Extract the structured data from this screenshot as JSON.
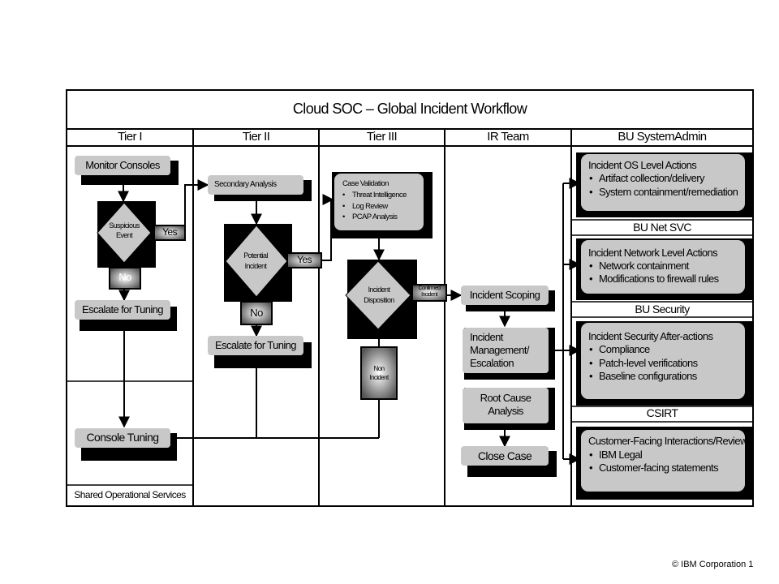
{
  "title": "Cloud SOC – Global Incident Workflow",
  "columns": {
    "tier1": "Tier I",
    "tier2": "Tier II",
    "tier3": "Tier III",
    "ir_team": "IR Team",
    "bu_sysadmin": "BU SystemAdmin"
  },
  "tier1": {
    "monitor_consoles": "Monitor Consoles",
    "suspicious_event_line1": "Suspicious",
    "suspicious_event_line2": "Event",
    "yes": "Yes",
    "no": "No",
    "escalate_for_tuning": "Escalate for Tuning",
    "console_tuning": "Console Tuning",
    "shared_operational_services": "Shared Operational Services"
  },
  "tier2": {
    "secondary_analysis": "Secondary Analysis",
    "potential_incident_line1": "Potential",
    "potential_incident_line2": "Incident",
    "yes": "Yes",
    "no": "No",
    "escalate_for_tuning": "Escalate for Tuning"
  },
  "tier3": {
    "case_validation": "Case Validation",
    "case_validation_items": [
      "Threat Intelligence",
      "Log Review",
      "PCAP Analysis"
    ],
    "incident_disposition_line1": "Incident",
    "incident_disposition_line2": "Disposition",
    "confirmed_incident_line1": "Confirmed",
    "confirmed_incident_line2": "Incident",
    "non_incident_line1": "Non",
    "non_incident_line2": "Incident"
  },
  "ir_team": {
    "incident_scoping": "Incident Scoping",
    "incident_management_line1": "Incident",
    "incident_management_line2": "Management/",
    "incident_management_line3": "Escalation",
    "root_cause_line1": "Root Cause",
    "root_cause_line2": "Analysis",
    "close_case": "Close Case"
  },
  "bu_sysadmin": {
    "heading": "Incident OS Level Actions",
    "items": [
      "Artifact collection/delivery",
      "System containment/remediation"
    ]
  },
  "bu_net_svc": {
    "label": "BU Net SVC",
    "heading": "Incident Network Level Actions",
    "items": [
      "Network containment",
      "Modifications to firewall rules"
    ]
  },
  "bu_security": {
    "label": "BU Security",
    "heading": "Incident Security After-actions",
    "items": [
      "Compliance",
      "Patch-level verifications",
      "Baseline configurations"
    ]
  },
  "csirt": {
    "label": "CSIRT",
    "heading": "Customer-Facing Interactions/Review",
    "items": [
      "IBM Legal",
      "Customer-facing statements"
    ]
  },
  "footer": "© IBM Corporation  1",
  "colors": {
    "box_fill": "#c8c8c8",
    "shadow": "#000000",
    "background": "#ffffff"
  }
}
